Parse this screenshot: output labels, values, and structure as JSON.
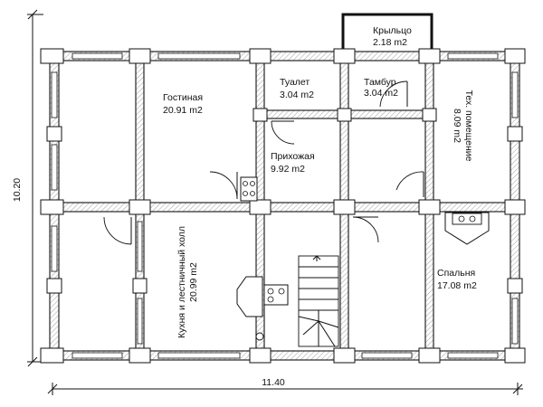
{
  "rooms": {
    "porch": {
      "name": "Крыльцо",
      "area": "2.18 m2"
    },
    "living": {
      "name": "Гостиная",
      "area": "20.91 m2"
    },
    "toilet": {
      "name": "Туалет",
      "area": "3.04 m2"
    },
    "vestibule": {
      "name": "Тамбур",
      "area": "3.04 m2"
    },
    "tech": {
      "name": "Тех. помещение",
      "area": "8.09 m2"
    },
    "hall": {
      "name": "Прихожая",
      "area": "9.92 m2"
    },
    "kitchen": {
      "name": "Кухня и лестничный холл",
      "area": "20.99 m2"
    },
    "bedroom": {
      "name": "Спальня",
      "area": "17.08 m2"
    }
  },
  "dimensions": {
    "width": "11.40",
    "height": "10.20"
  }
}
